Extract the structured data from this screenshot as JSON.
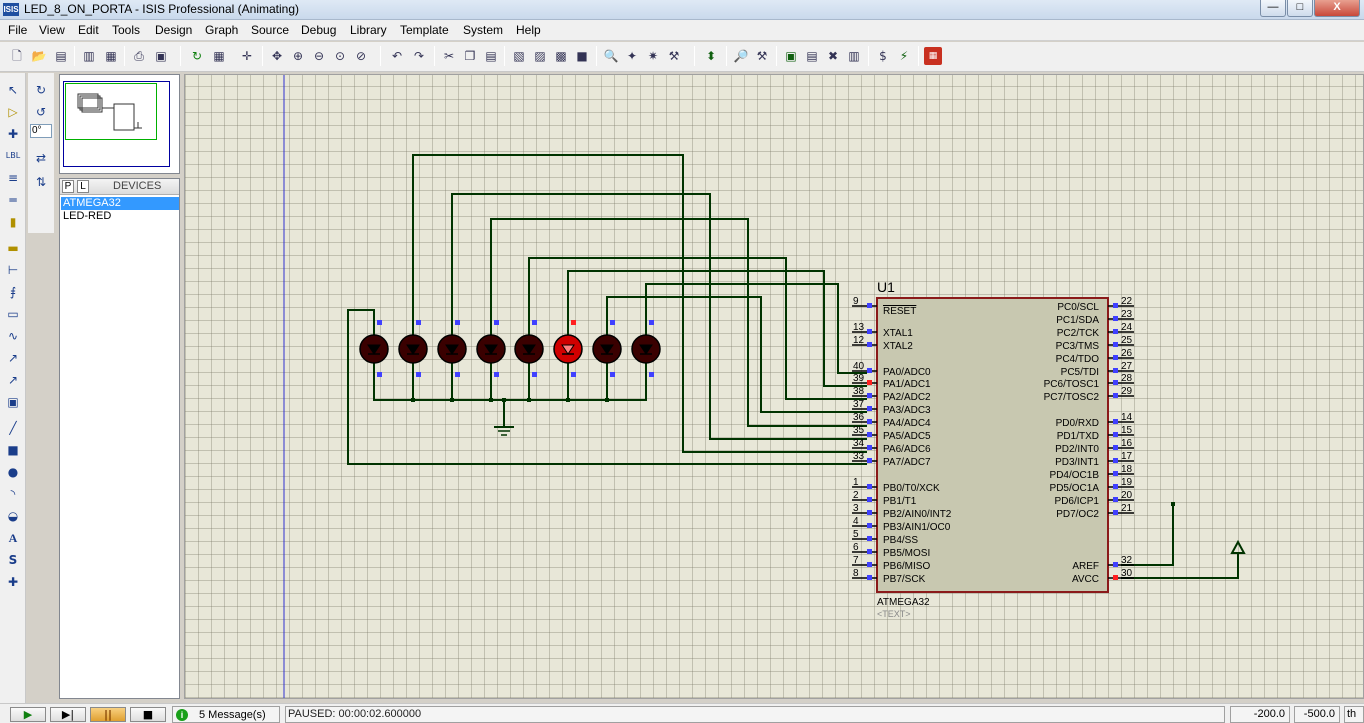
{
  "window": {
    "app_icon": "ISIS",
    "title": "LED_8_ON_PORTA - ISIS Professional (Animating)",
    "min_label": "—",
    "max_label": "□",
    "close_label": "X"
  },
  "menu": {
    "items": [
      "File",
      "View",
      "Edit",
      "Tools",
      "Design",
      "Graph",
      "Source",
      "Debug",
      "Library",
      "Template",
      "System",
      "Help"
    ]
  },
  "rotation": {
    "angle": "0°"
  },
  "devices": {
    "p_label": "P",
    "l_label": "L",
    "header": "DEVICES",
    "items": [
      "ATMEGA32",
      "LED-RED"
    ]
  },
  "schematic": {
    "ref": "U1",
    "part": "ATMEGA32",
    "text_placeholder": "<TEXT>",
    "reset_label": "RESET",
    "left_pins": [
      {
        "num": "9",
        "name": ""
      },
      {
        "num": "13",
        "name": "XTAL1"
      },
      {
        "num": "12",
        "name": "XTAL2"
      },
      {
        "num": "40",
        "name": "PA0/ADC0"
      },
      {
        "num": "39",
        "name": "PA1/ADC1"
      },
      {
        "num": "38",
        "name": "PA2/ADC2"
      },
      {
        "num": "37",
        "name": "PA3/ADC3"
      },
      {
        "num": "36",
        "name": "PA4/ADC4"
      },
      {
        "num": "35",
        "name": "PA5/ADC5"
      },
      {
        "num": "34",
        "name": "PA6/ADC6"
      },
      {
        "num": "33",
        "name": "PA7/ADC7"
      },
      {
        "num": "1",
        "name": "PB0/T0/XCK"
      },
      {
        "num": "2",
        "name": "PB1/T1"
      },
      {
        "num": "3",
        "name": "PB2/AIN0/INT2"
      },
      {
        "num": "4",
        "name": "PB3/AIN1/OC0"
      },
      {
        "num": "5",
        "name": "PB4/SS"
      },
      {
        "num": "6",
        "name": "PB5/MOSI"
      },
      {
        "num": "7",
        "name": "PB6/MISO"
      },
      {
        "num": "8",
        "name": "PB7/SCK"
      }
    ],
    "right_pins": [
      {
        "num": "22",
        "name": "PC0/SCL"
      },
      {
        "num": "23",
        "name": "PC1/SDA"
      },
      {
        "num": "24",
        "name": "PC2/TCK"
      },
      {
        "num": "25",
        "name": "PC3/TMS"
      },
      {
        "num": "26",
        "name": "PC4/TDO"
      },
      {
        "num": "27",
        "name": "PC5/TDI"
      },
      {
        "num": "28",
        "name": "PC6/TOSC1"
      },
      {
        "num": "29",
        "name": "PC7/TOSC2"
      },
      {
        "num": "14",
        "name": "PD0/RXD"
      },
      {
        "num": "15",
        "name": "PD1/TXD"
      },
      {
        "num": "16",
        "name": "PD2/INT0"
      },
      {
        "num": "17",
        "name": "PD3/INT1"
      },
      {
        "num": "18",
        "name": "PD4/OC1B"
      },
      {
        "num": "19",
        "name": "PD5/OC1A"
      },
      {
        "num": "20",
        "name": "PD6/ICP1"
      },
      {
        "num": "21",
        "name": "PD7/OC2"
      },
      {
        "num": "32",
        "name": "AREF"
      },
      {
        "num": "30",
        "name": "AVCC"
      }
    ],
    "leds": [
      {
        "lit": false
      },
      {
        "lit": false
      },
      {
        "lit": false
      },
      {
        "lit": false
      },
      {
        "lit": false
      },
      {
        "lit": true
      },
      {
        "lit": false
      },
      {
        "lit": false
      }
    ],
    "colors": {
      "wire": "#003300",
      "chip_fill": "#c8c8b0",
      "chip_border": "#8b1a1a",
      "led_off": "#3a0000",
      "led_on": "#d00000",
      "pin_blue": "#4040ff",
      "pin_red": "#ff2020"
    }
  },
  "status": {
    "play": "▶",
    "step": "▶|",
    "pause": "||",
    "stop": "■",
    "messages": "5 Message(s)",
    "sim_text": "PAUSED: 00:00:02.600000",
    "x": "-200.0",
    "y": "-500.0",
    "unit": "th"
  }
}
